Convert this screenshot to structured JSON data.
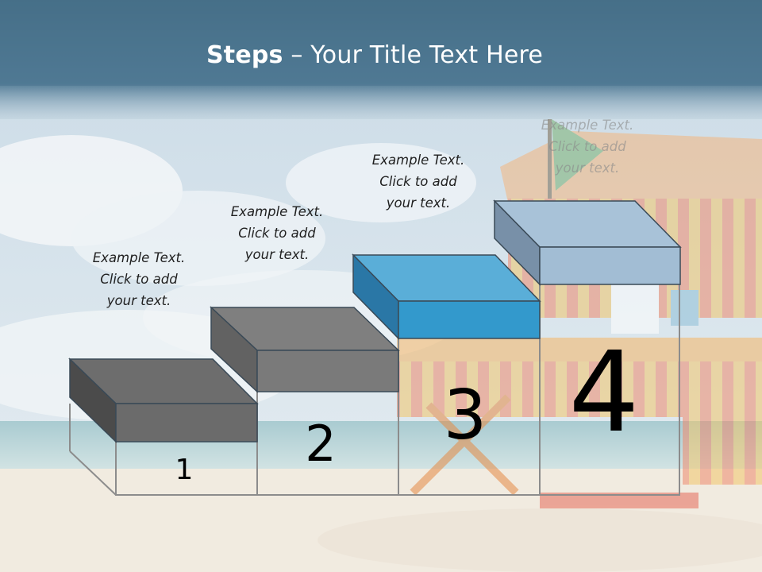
{
  "slide": {
    "title_bold": "Steps",
    "title_rest": " – Your Title Text Here"
  },
  "steps": [
    {
      "number": "1",
      "text_lines": [
        "Example Text.",
        "Click  to add",
        "your text."
      ]
    },
    {
      "number": "2",
      "text_lines": [
        "Example Text.",
        "Click  to add",
        "your text."
      ]
    },
    {
      "number": "3",
      "text_lines": [
        "Example Text.",
        "Click  to add",
        "your text."
      ]
    },
    {
      "number": "4",
      "text_lines": [
        "Example Text.",
        "Click  to add",
        "your text."
      ]
    }
  ],
  "colors": {
    "header": "#4d7692",
    "step1": "#6b6b6b",
    "step2": "#7c7c7c",
    "step3": "#3399cc",
    "step4": "#a2bdd4",
    "sand": "#f1ebe0",
    "sky": "#cfe0ea"
  },
  "icons": [
    "beach-background-image",
    "lifeguard-tower-image"
  ]
}
